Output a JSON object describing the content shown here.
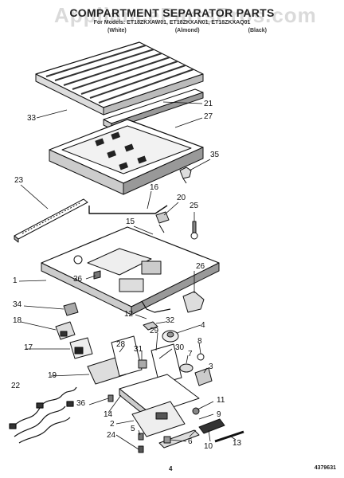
{
  "header": {
    "title": "COMPARTMENT SEPARATOR PARTS",
    "subtitle": "For Models: ET18ZKXAW01, ET18ZKXAN01, ET18ZKXAQ01",
    "variants": [
      "(White)",
      "(Almond)",
      "(Black)"
    ],
    "watermark": "AppliancePartsPros.com"
  },
  "callouts": {
    "c33": "33",
    "c21": "21",
    "c27": "27",
    "c35": "35",
    "c23": "23",
    "c16": "16",
    "c20": "20",
    "c25": "25",
    "c15": "15",
    "c1": "1",
    "c36a": "36",
    "c26": "26",
    "c34": "34",
    "c12": "12",
    "c32": "32",
    "c4": "4",
    "c18": "18",
    "c29": "29",
    "c8": "8",
    "c17": "17",
    "c28": "28",
    "c31": "31",
    "c30": "30",
    "c7": "7",
    "c3": "3",
    "c19": "19",
    "c22": "22",
    "c36b": "36",
    "c11": "11",
    "c14": "14",
    "c9": "9",
    "c2": "2",
    "c5": "5",
    "c24": "24",
    "c6": "6",
    "c10": "10",
    "c13": "13"
  },
  "footer": {
    "page_number": "4",
    "doc_number": "4379631"
  }
}
